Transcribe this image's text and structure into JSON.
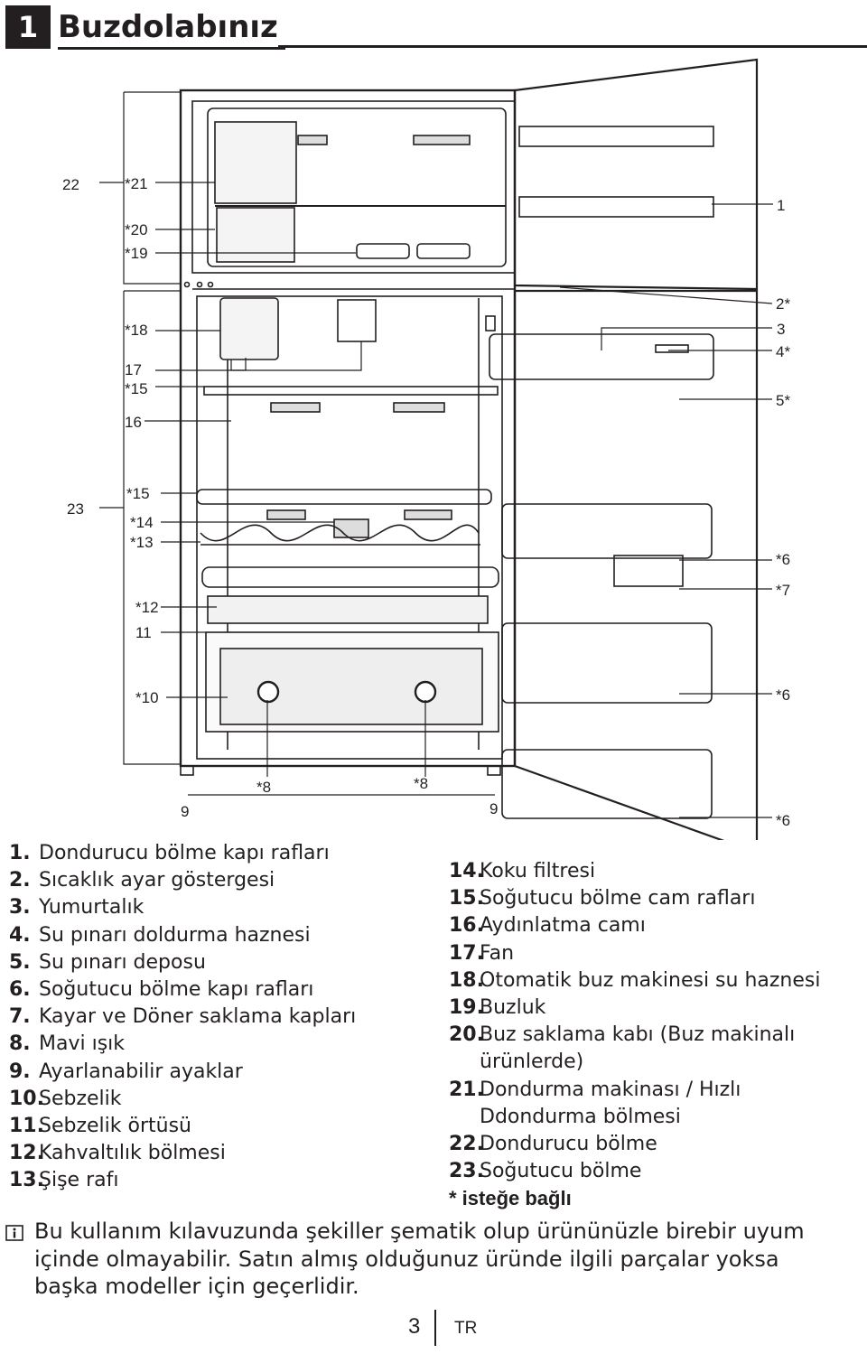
{
  "chapter": {
    "number": "1",
    "title": "Buzdolabınız"
  },
  "diagram_labels": {
    "l22": "22",
    "l21": "*21",
    "l20": "*20",
    "l19": "*19",
    "l18": "*18",
    "l17": "17",
    "l15a": "*15",
    "l16": "16",
    "l23": "23",
    "l15b": "*15",
    "l14": "*14",
    "l13": "*13",
    "l12": "*12",
    "l11": "11",
    "l10": "*10",
    "l9a": "9",
    "l8a": "*8",
    "l8b": "*8",
    "l9b": "9",
    "r1": "1",
    "r2": "2*",
    "r3": "3",
    "r4": "4*",
    "r5": "5*",
    "r6a": "*6",
    "r7": "*7",
    "r6b": "*6",
    "r6c": "*6"
  },
  "parts_left": [
    {
      "num": "1.",
      "text": "Dondurucu bölme kapı rafları"
    },
    {
      "num": "2.",
      "text": "Sıcaklık ayar göstergesi"
    },
    {
      "num": "3.",
      "text": "Yumurtalık"
    },
    {
      "num": "4.",
      "text": "Su pınarı doldurma haznesi"
    },
    {
      "num": "5.",
      "text": "Su pınarı deposu"
    },
    {
      "num": "6.",
      "text": "Soğutucu bölme kapı rafları"
    },
    {
      "num": "7.",
      "text": "Kayar ve Döner saklama kapları"
    },
    {
      "num": "8.",
      "text": "Mavi ışık"
    },
    {
      "num": "9.",
      "text": "Ayarlanabilir ayaklar"
    },
    {
      "num": "10.",
      "text": "Sebzelik"
    },
    {
      "num": "11.",
      "text": "Sebzelik örtüsü"
    },
    {
      "num": "12.",
      "text": "Kahvaltılık bölmesi"
    },
    {
      "num": "13.",
      "text": "Şişe rafı"
    }
  ],
  "parts_right": [
    {
      "num": "14.",
      "text": "Koku filtresi"
    },
    {
      "num": "15.",
      "text": "Soğutucu bölme cam rafları"
    },
    {
      "num": "16.",
      "text": "Aydınlatma camı"
    },
    {
      "num": "17.",
      "text": "Fan"
    },
    {
      "num": "18.",
      "text": "Otomatik buz makinesi su haznesi"
    },
    {
      "num": "19.",
      "text": "Buzluk"
    },
    {
      "num": "20.",
      "text": "Buz saklama kabı (Buz makinalı ürünlerde)"
    },
    {
      "num": "21.",
      "text": "Dondurma makinası / Hızlı Ddondurma bölmesi"
    },
    {
      "num": "22.",
      "text": "Dondurucu bölme"
    },
    {
      "num": "23.",
      "text": "Soğutucu bölme"
    }
  ],
  "footnote": "* isteğe bağlı",
  "note": "Bu kullanım kılavuzunda şekiller şematik olup ürününüzle birebir uyum içinde olmayabilir. Satın almış olduğunuz üründe ilgili parçalar yoksa başka modeller için geçerlidir.",
  "page": {
    "number": "3",
    "lang": "TR"
  }
}
